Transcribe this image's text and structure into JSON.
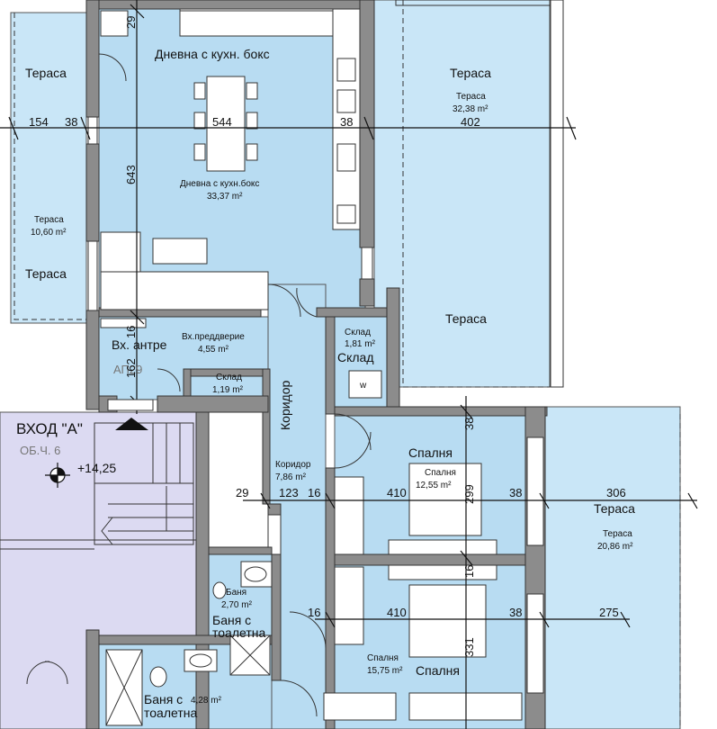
{
  "colors": {
    "terrace": "#c9e6f7",
    "room": "#b8dcf2",
    "stair": "#dcdaf2",
    "wall": "#8c8c8c",
    "line": "#111111"
  },
  "rooms": {
    "terrace_left_title_top": "Тераса",
    "terrace_left_name": "Тераса",
    "terrace_left_area": "10,60 m²",
    "terrace_left_title_bottom": "Тераса",
    "living_title": "Дневна с кухн. бокс",
    "living_name": "Дневна с кухн.бокс",
    "living_area": "33,37 m²",
    "terrace_right_title": "Тераса",
    "terrace_right_name": "Тераса",
    "terrace_right_area": "32,38 m²",
    "terrace_right_title_2": "Тераса",
    "entry_title": "Вх. антре",
    "entry_name": "Вх.преддверие",
    "entry_area": "4,55 m²",
    "entry_code": "АП29",
    "storage1_name": "Склад",
    "storage1_area": "1,19 m²",
    "storage2_name": "Склад",
    "storage2_area": "1,81 m²",
    "storage2_title": "Склад",
    "corridor_title": "Коридор",
    "corridor_name": "Коридор",
    "corridor_area": "7,86 m²",
    "bed1_title": "Спалня",
    "bed1_name": "Спалня",
    "bed1_area": "12,55 m²",
    "terrace3_title": "Тераса",
    "terrace3_name": "Тераса",
    "terrace3_area": "20,86 m²",
    "bath1_name": "Баня",
    "bath1_area": "2,70 m²",
    "bath1_title_1": "Баня с",
    "bath1_title_2": "тоалетна",
    "bath2_title_1": "Баня с",
    "bath2_title_2": "тоалетна",
    "bath2_area": "4,28 m²",
    "bed2_name": "Спалня",
    "bed2_area": "15,75 m²",
    "bed2_title": "Спалня",
    "entrance": "ВХОД \"А\"",
    "floor_code": "ОБ.Ч. 6",
    "level": "+14,25",
    "wm_glyph": "w"
  },
  "dims": {
    "d154": "154",
    "d38a": "38",
    "d544": "544",
    "d38b": "38",
    "d402": "402",
    "d29top": "29",
    "d643": "643",
    "d16a": "16",
    "d162": "162",
    "d38c": "38",
    "d29mid": "29",
    "d123": "123",
    "d16b": "16",
    "d410a": "410",
    "d299": "299",
    "d38d": "38",
    "d306": "306",
    "d16c": "16",
    "d16d": "16",
    "d410b": "410",
    "d38e": "38",
    "d275": "275",
    "d331": "331"
  }
}
